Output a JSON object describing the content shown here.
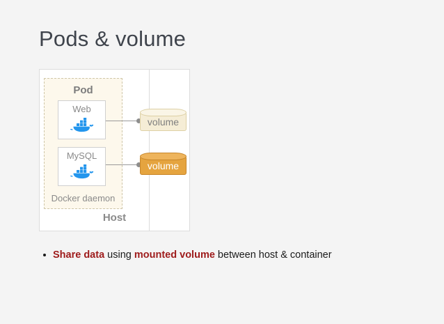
{
  "page": {
    "title": "Pods & volume",
    "background_color": "#f4f4f4"
  },
  "diagram": {
    "host": {
      "label": "Host"
    },
    "pod": {
      "label": "Pod",
      "daemon_label": "Docker daemon",
      "fill_color": "#fdf8ec",
      "border_color": "#cfc6a8"
    },
    "containers": [
      {
        "name": "web",
        "label": "Web",
        "icon": "docker-whale-icon",
        "icon_color": "#2496ed"
      },
      {
        "name": "mysql",
        "label": "MySQL",
        "icon": "docker-whale-icon",
        "icon_color": "#2496ed"
      }
    ],
    "volumes": [
      {
        "name": "web-volume",
        "label": "volume",
        "fill_color": "#f5edd6",
        "text_color": "#7f7f7f"
      },
      {
        "name": "mysql-volume",
        "label": "volume",
        "fill_color": "#e5a43f",
        "text_color": "#ffffff"
      }
    ],
    "connector_color": "#9a9a9a"
  },
  "bullets": [
    {
      "parts": [
        {
          "text": "Share data",
          "emphasis": true
        },
        {
          "text": " using ",
          "emphasis": false
        },
        {
          "text": "mounted volume",
          "emphasis": true
        },
        {
          "text": " between host & container",
          "emphasis": false
        }
      ]
    }
  ],
  "accent_color": "#9e1b1b"
}
